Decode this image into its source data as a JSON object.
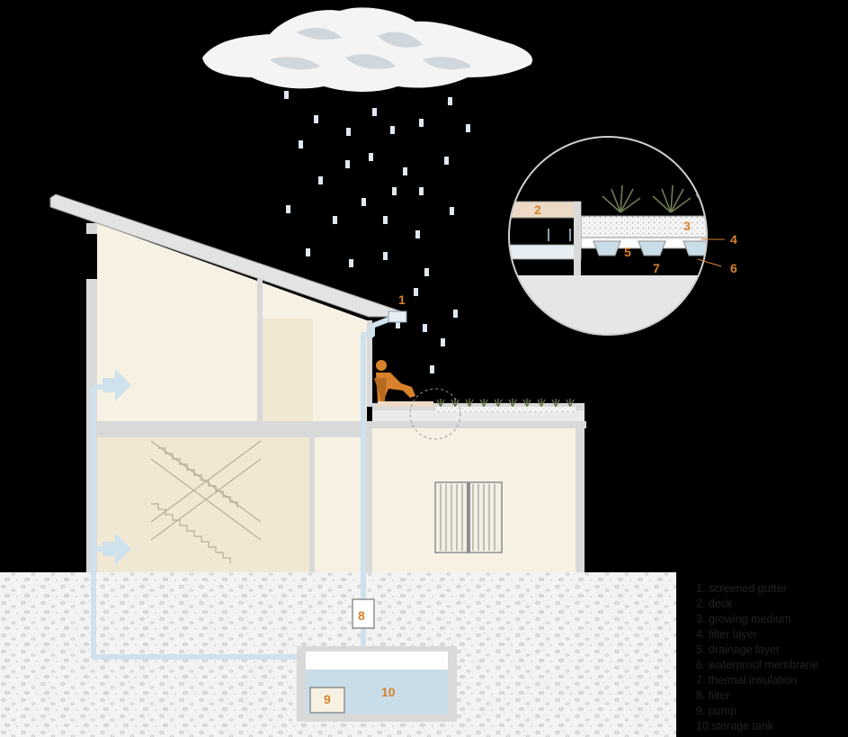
{
  "labels": {
    "gutter": "1",
    "deck": "2",
    "growing_medium": "3",
    "filter_layer": "4",
    "drainage_layer": "5",
    "waterproof_membrane": "6",
    "thermal_insulation": "7",
    "filter": "8",
    "pump": "9",
    "storage_tank": "10"
  },
  "legend": [
    "1.  screened gutter",
    "2.  deck",
    "3.  growing medium",
    "4.  filter layer",
    "5.  drainage layer",
    "6.  waterproof membrane",
    "7.  thermal insulation",
    "8.  filter",
    "9.  pump",
    "10.storage tank"
  ],
  "colors": {
    "background": "#000000",
    "wall_fill": "#f7f1e4",
    "structure": "#d9d9d9",
    "pipe": "#cfe1ec",
    "water": "#c9dde8",
    "label": "#d9822b",
    "ground": "#f2f2f2",
    "deck": "#ecd9c6",
    "plant": "#6f7d55"
  }
}
